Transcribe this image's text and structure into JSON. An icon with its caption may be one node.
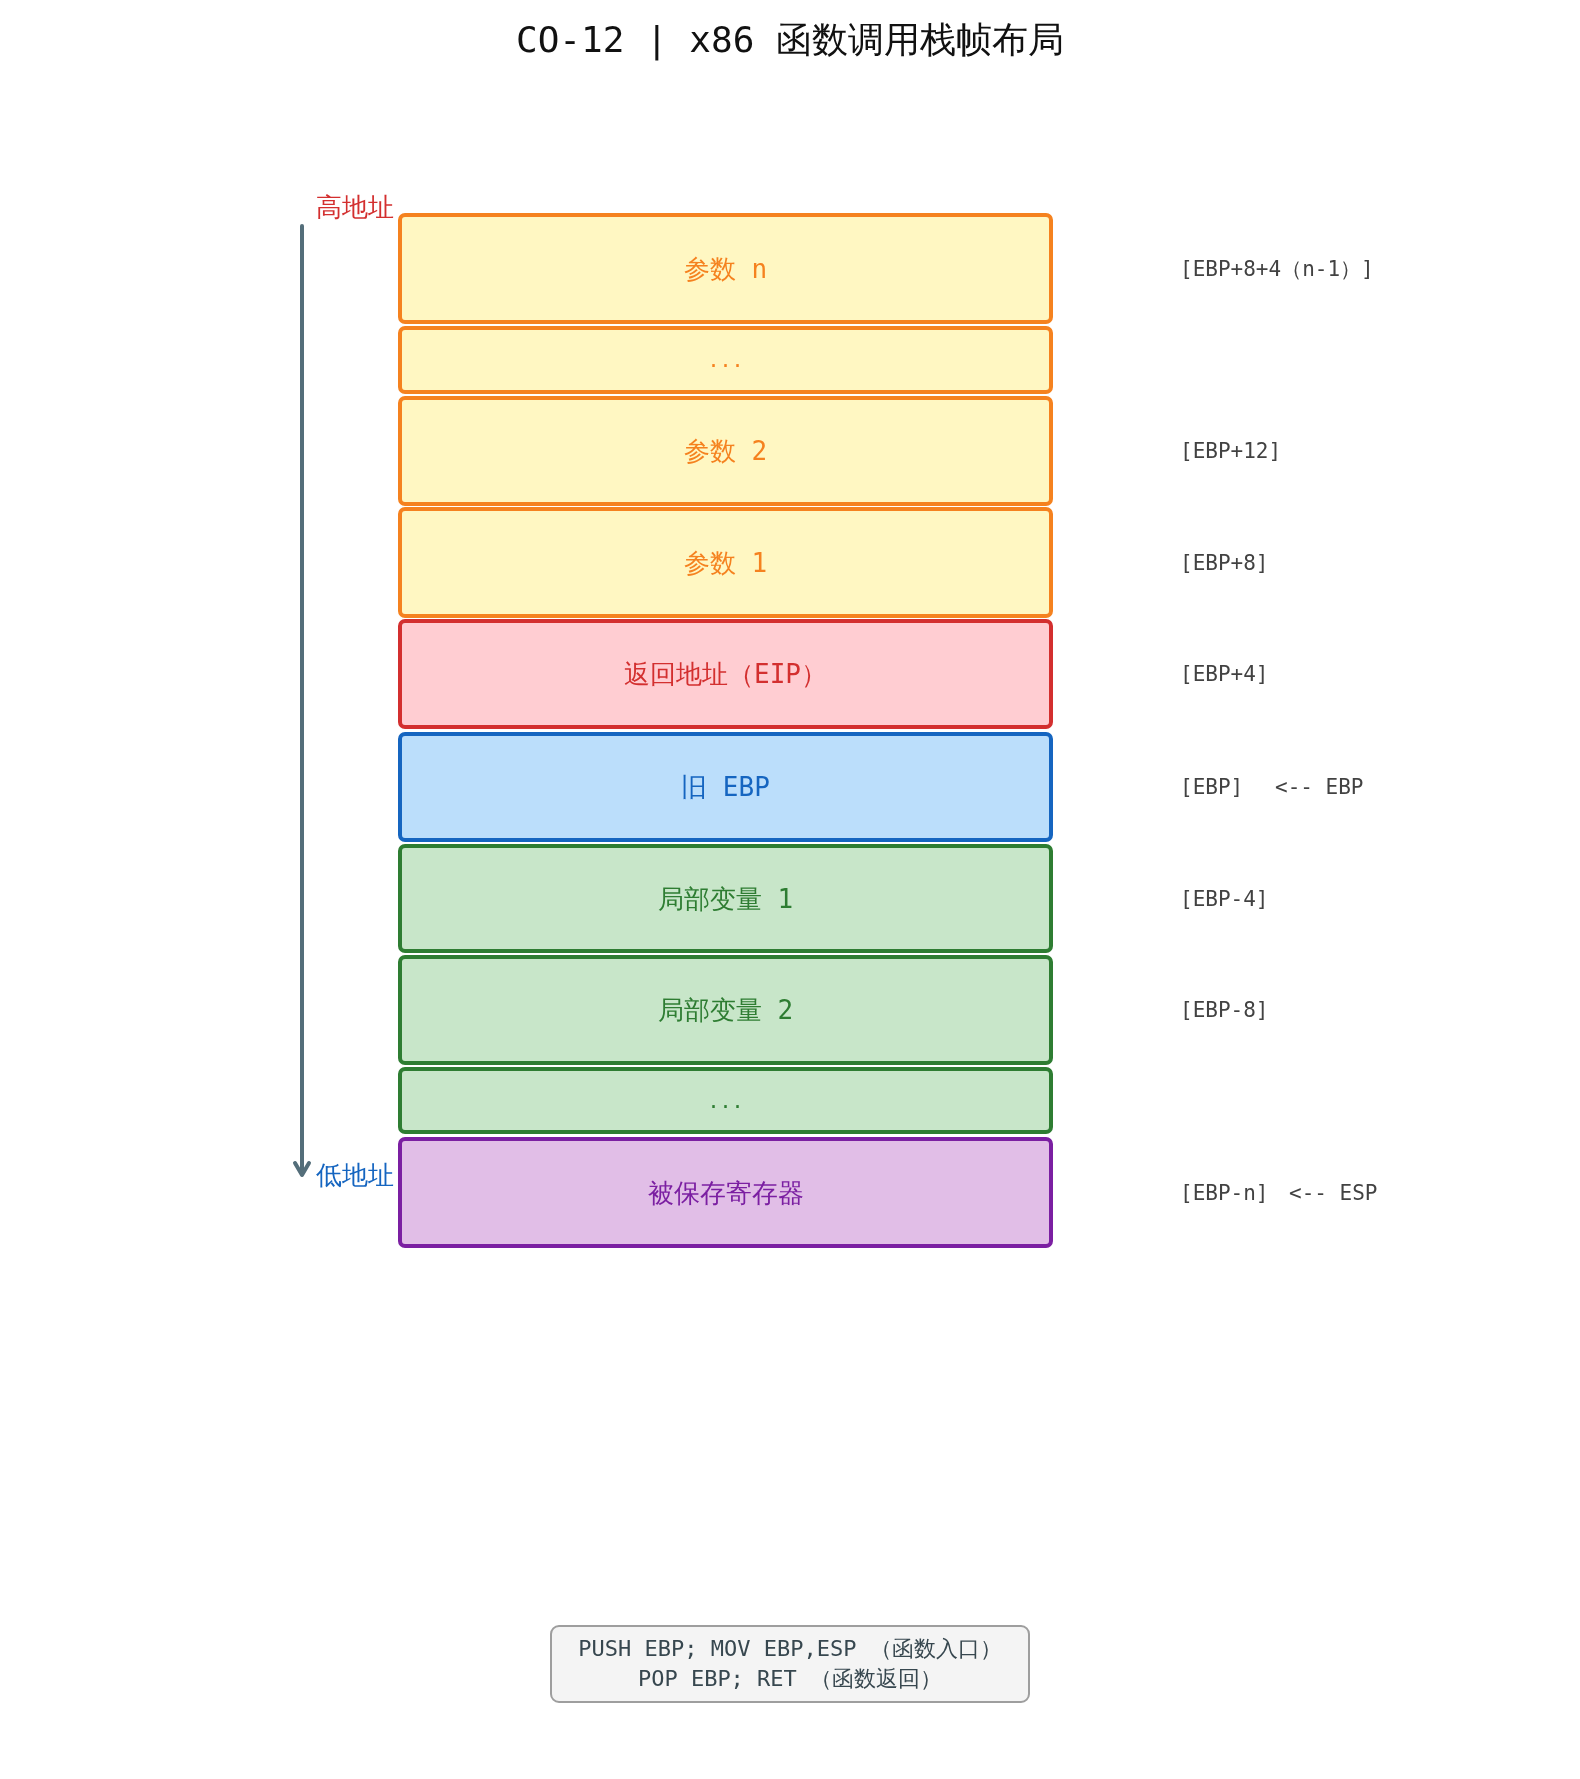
{
  "diagram": {
    "title": "CO-12 | x86 函数调用栈帧布局",
    "nodes": [
      {
        "text": [
          "参数 n"
        ]
      },
      {
        "text": [
          "..."
        ]
      },
      {
        "text": [
          "参数 2"
        ]
      },
      {
        "text": [
          "参数 1"
        ]
      },
      {
        "text": [
          "返回地址（EIP）"
        ]
      },
      {
        "text": [
          "旧 EBP"
        ]
      },
      {
        "text": [
          "局部变量 1"
        ]
      },
      {
        "text": [
          "局部变量 2"
        ]
      },
      {
        "text": [
          "..."
        ]
      },
      {
        "text": [
          "被保存寄存器"
        ]
      },
      {
        "text": [
          "PUSH EBP; MOV EBP,ESP （函数入口）",
          "POP EBP; RET （函数返回）"
        ]
      }
    ],
    "labels": [
      "高地址",
      "[EBP+8+4（n-1）]",
      "[EBP+12]",
      "[EBP+8]",
      "[EBP+4]",
      "[EBP]",
      "<-- EBP",
      "[EBP-4]",
      "[EBP-8]",
      "低地址",
      "[EBP-n]",
      "<-- ESP"
    ]
  }
}
